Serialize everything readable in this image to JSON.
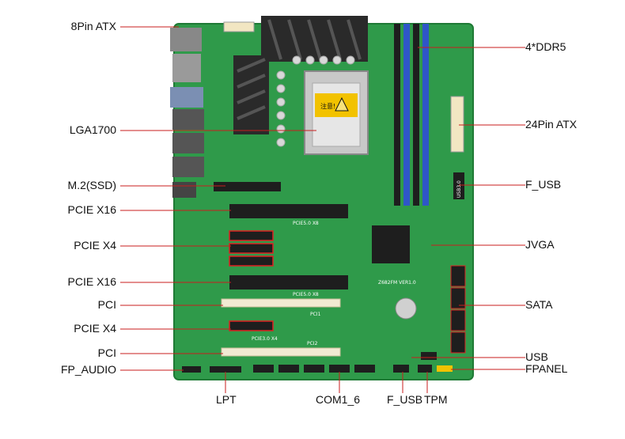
{
  "diagram": {
    "left_labels": [
      "8Pin ATX",
      "LGA1700",
      "M.2(SSD)",
      "PCIE X16",
      "PCIE X4",
      "PCIE X16",
      "PCI",
      "PCIE X4",
      "PCI",
      "FP_AUDIO"
    ],
    "right_labels": [
      "4*DDR5",
      "24Pin ATX",
      "F_USB",
      "JVGA",
      "SATA",
      "USB",
      "FPANEL"
    ],
    "bottom_labels": [
      "LPT",
      "COM1_6",
      "F_USB",
      "TPM"
    ],
    "silkscreen": {
      "slot1": "PCIE5.0 X8",
      "slot2": "PCIE5.0 X8",
      "slot3": "PCIE3.0 X4",
      "pci1": "PCI1",
      "pci2": "PCI2",
      "board_name": "Z682FM VER1.0",
      "cpu_warning": "注意!",
      "usb_header": "USB3.0"
    },
    "colors": {
      "pcb": "#2f9a4a",
      "dimm_blue": "#2f56c8",
      "dimm_black": "#1e1e1e",
      "pci_cream": "#f1ead2",
      "heatsink": "#2a2a2a",
      "warning": "#f2c200"
    }
  }
}
